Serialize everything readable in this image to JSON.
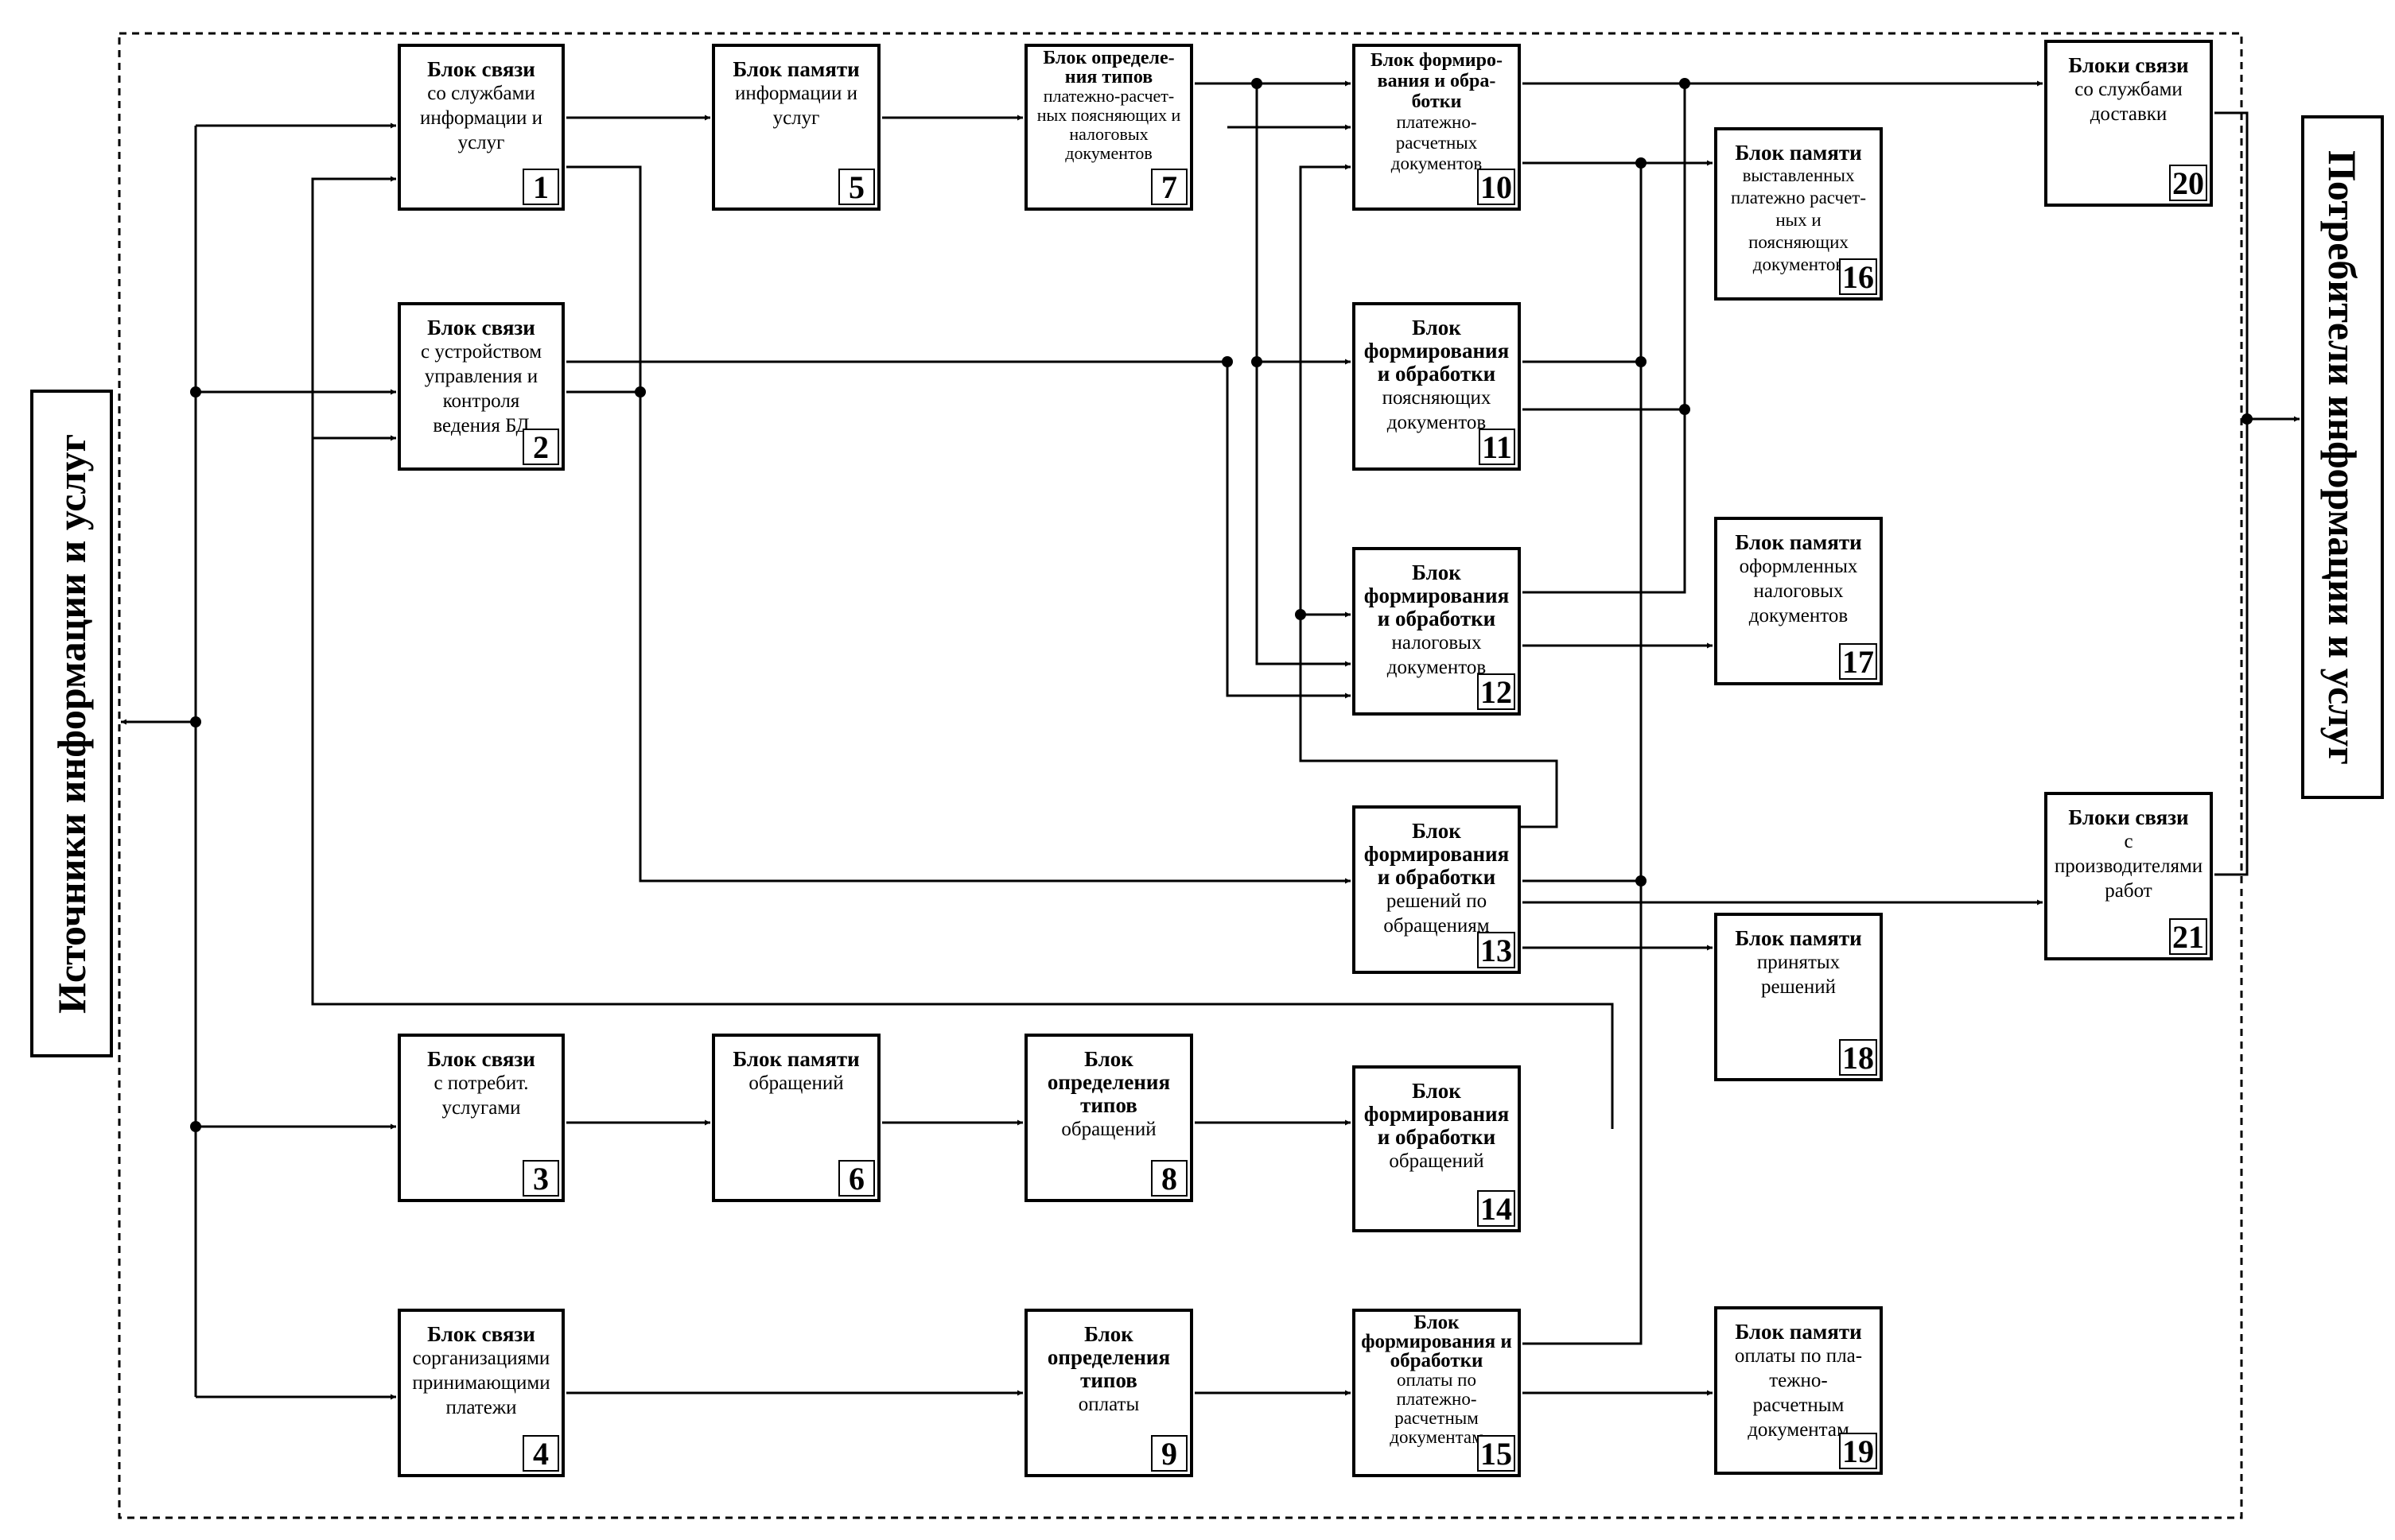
{
  "side_labels": {
    "sources": "Источники информации и услуг",
    "consumers": "Потребители информации и услуг"
  },
  "blocks": {
    "b1": {
      "title": "Блок связи",
      "text": "со службами информации и услуг",
      "num": "1"
    },
    "b2": {
      "title": "Блок связи",
      "text": "с устройством управления и контроля ведения БД",
      "num": "2"
    },
    "b3": {
      "title": "Блок связи",
      "text": "с потребит. услугами",
      "num": "3"
    },
    "b4": {
      "title": "Блок связи",
      "text": "сорганизациями принимающими платежи",
      "num": "4"
    },
    "b5": {
      "title": "Блок памяти",
      "text": "информации и услуг",
      "num": "5"
    },
    "b6": {
      "title": "Блок памяти",
      "text": "обращений",
      "num": "6"
    },
    "b7": {
      "title": "Блок определе-ния типов",
      "text": "платежно-расчет-ных поясняющих и налоговых документов",
      "num": "7"
    },
    "b8": {
      "title": "Блок определения типов",
      "text": "обращений",
      "num": "8"
    },
    "b9": {
      "title": "Блок определения типов",
      "text": "оплаты",
      "num": "9"
    },
    "b10": {
      "title": "Блок формиро-вания и обра-ботки",
      "text": "платежно-расчетных документов",
      "num": "10"
    },
    "b11": {
      "title": "Блок формирования и обработки",
      "text": "поясняющих документов",
      "num": "11"
    },
    "b12": {
      "title": "Блок формирования и обработки",
      "text": "налоговых документов",
      "num": "12"
    },
    "b13": {
      "title": "Блок формирования и обработки",
      "text": "решений по обращениям",
      "num": "13"
    },
    "b14": {
      "title": "Блок формирования и обработки",
      "text": "обращений",
      "num": "14"
    },
    "b15": {
      "title": "Блок формирования и обработки",
      "text": "оплаты по платежно-расчетным документам",
      "num": "15"
    },
    "b16": {
      "title": "Блок памяти",
      "text": "выставленных платежно расчет-ных и поясняющих документов",
      "num": "16"
    },
    "b17": {
      "title": "Блок памяти",
      "text": "оформленных налоговых документов",
      "num": "17"
    },
    "b18": {
      "title": "Блок памяти",
      "text": "принятых решений",
      "num": "18"
    },
    "b19": {
      "title": "Блок памяти",
      "text": "оплаты по пла-тежно-расчетным документам",
      "num": "19"
    },
    "b20": {
      "title": "Блоки связи",
      "text": "со службами доставки",
      "num": "20"
    },
    "b21": {
      "title": "Блоки связи",
      "text": "с производителями работ",
      "num": "21"
    }
  }
}
